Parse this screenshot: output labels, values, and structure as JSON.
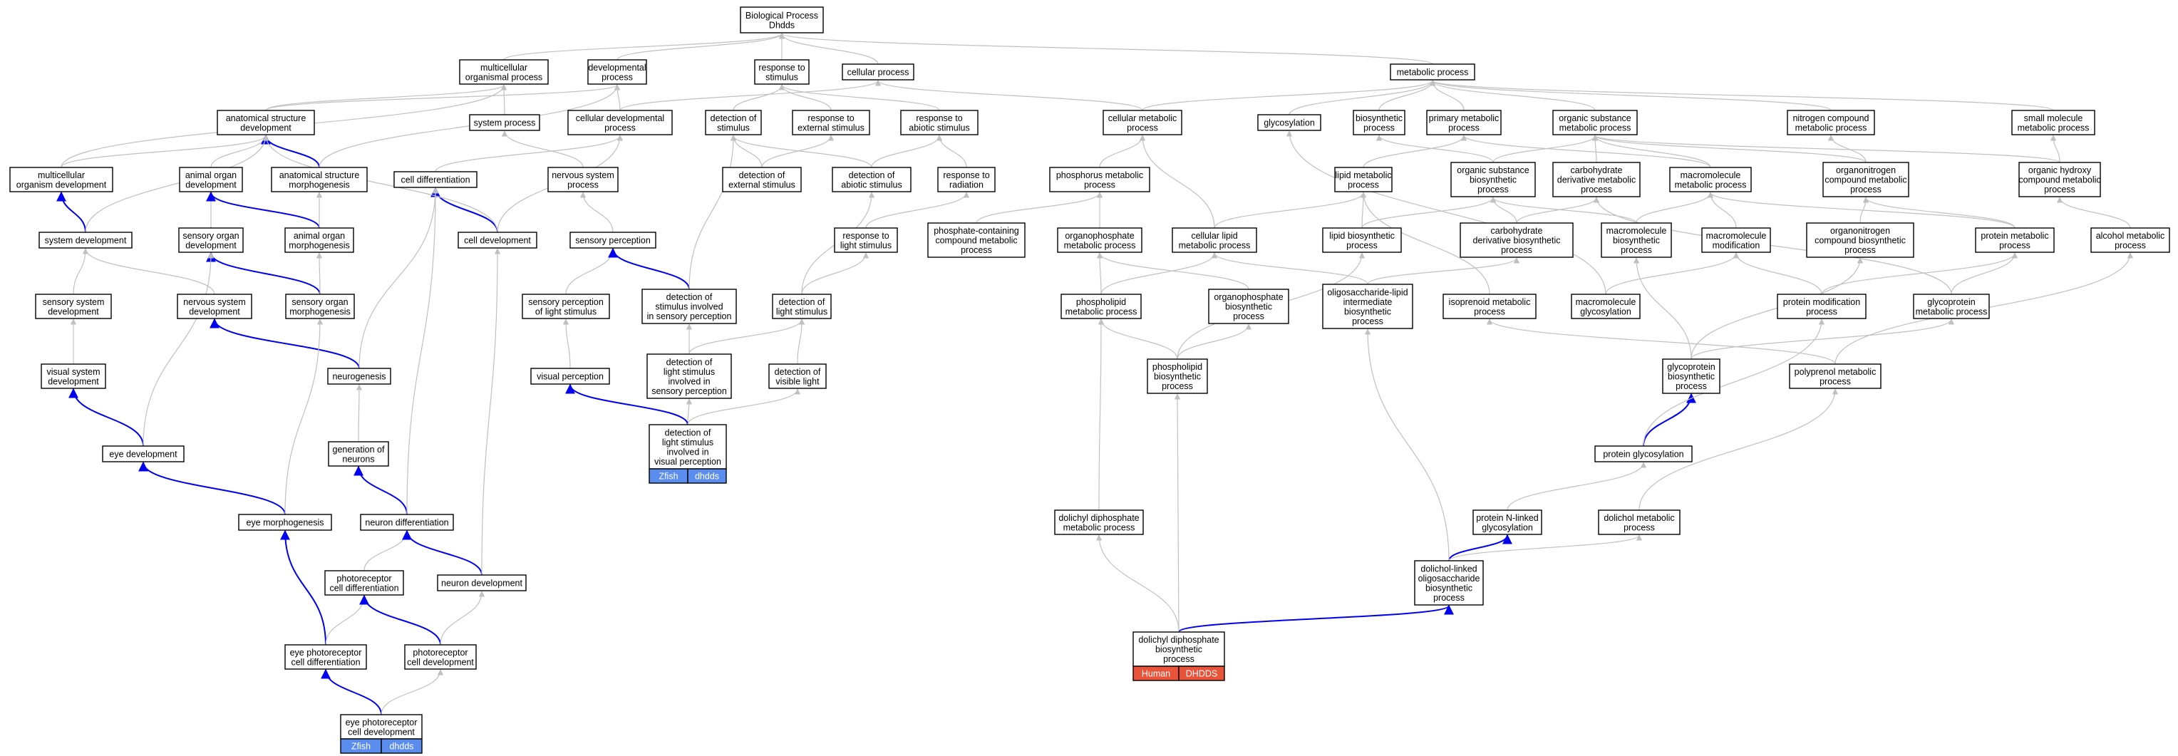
{
  "colors": {
    "edge_gray": "#c0c0c0",
    "edge_blue": "#0000ee",
    "tag_blue": "#5b8def",
    "tag_red": "#e8533a",
    "node_border": "#000000"
  },
  "nodes": {
    "bp": "Biological Process\nDhdds",
    "multi_proc": "multicellular\norganismal process",
    "dev_proc": "developmental\nprocess",
    "resp_stim": "response to\nstimulus",
    "cell_proc": "cellular process",
    "metab": "metabolic process",
    "anat_dev": "anatomical structure\ndevelopment",
    "sys_proc": "system process",
    "cell_dev_proc": "cellular developmental\nprocess",
    "det_stim": "detection of\nstimulus",
    "resp_ext": "response to\nexternal stimulus",
    "resp_abio": "response to\nabiotic stimulus",
    "cell_metab": "cellular metabolic\nprocess",
    "glycosylation": "glycosylation",
    "biosynth": "biosynthetic\nprocess",
    "primary_metab": "primary metabolic\nprocess",
    "org_sub_metab": "organic substance\nmetabolic process",
    "nitrogen_metab": "nitrogen compound\nmetabolic process",
    "small_mol": "small molecule\nmetabolic process",
    "multi_org_dev": "multicellular\norganism development",
    "animal_organ_dev": "animal organ\ndevelopment",
    "anat_morph": "anatomical structure\nmorphogenesis",
    "cell_diff": "cell differentiation",
    "nervous_sys_proc": "nervous system\nprocess",
    "det_ext": "detection of\nexternal stimulus",
    "det_abio": "detection of\nabiotic stimulus",
    "resp_rad": "response to\nradiation",
    "phosphorus_metab": "phosphorus metabolic\nprocess",
    "lipid_metab": "lipid metabolic\nprocess",
    "org_sub_bios": "organic substance\nbiosynthetic\nprocess",
    "carb_deriv_metab": "carbohydrate\nderivative metabolic\nprocess",
    "macromol_metab": "macromolecule\nmetabolic process",
    "organonitrogen_metab": "organonitrogen\ncompound metabolic\nprocess",
    "org_hydroxy": "organic hydroxy\ncompound metabolic\nprocess",
    "sys_dev": "system development",
    "sensory_organ_dev": "sensory organ\ndevelopment",
    "animal_organ_morph": "animal organ\nmorphogenesis",
    "cell_development": "cell development",
    "sensory_perc": "sensory perception",
    "resp_light": "response to\nlight stimulus",
    "phosphate_metab": "phosphate-containing\ncompound metabolic\nprocess",
    "organophosphate_metab": "organophosphate\nmetabolic process",
    "cell_lipid_metab": "cellular lipid\nmetabolic process",
    "lipid_bios": "lipid biosynthetic\nprocess",
    "carb_deriv_bios": "carbohydrate\nderivative biosynthetic\nprocess",
    "macromol_bios": "macromolecule\nbiosynthetic\nprocess",
    "macromol_mod": "macromolecule\nmodification",
    "organonitrogen_bios": "organonitrogen\ncompound biosynthetic\nprocess",
    "protein_metab": "protein metabolic\nprocess",
    "alcohol_metab": "alcohol metabolic\nprocess",
    "sensory_sys_dev": "sensory system\ndevelopment",
    "nervous_sys_dev": "nervous system\ndevelopment",
    "sensory_organ_morph": "sensory organ\nmorphogenesis",
    "sens_perc_light": "sensory perception\nof light stimulus",
    "det_stim_sens": "detection of\nstimulus involved\nin sensory perception",
    "det_light": "detection of\nlight stimulus",
    "phospholipid_metab": "phospholipid\nmetabolic process",
    "organophosphate_bios": "organophosphate\nbiosynthetic\nprocess",
    "oligo_lipid_bios": "oligosaccharide-lipid\nintermediate\nbiosynthetic\nprocess",
    "isoprenoid_metab": "isoprenoid metabolic\nprocess",
    "macromol_glyco": "macromolecule\nglycosylation",
    "protein_mod": "protein modification\nprocess",
    "glycoprotein_metab": "glycoprotein\nmetabolic process",
    "visual_sys_dev": "visual system\ndevelopment",
    "neurogenesis": "neurogenesis",
    "visual_perc": "visual perception",
    "det_light_sens": "detection of\nlight stimulus\ninvolved in\nsensory perception",
    "det_visible": "detection of\nvisible light",
    "phospholipid_bios": "phospholipid\nbiosynthetic\nprocess",
    "glycoprotein_bios": "glycoprotein\nbiosynthetic\nprocess",
    "polyprenol_metab": "polyprenol metabolic\nprocess",
    "eye_dev": "eye development",
    "gen_neurons": "generation of\nneurons",
    "det_light_visual": "detection of\nlight stimulus\ninvolved in\nvisual perception",
    "protein_glyco": "protein glycosylation",
    "eye_morph": "eye morphogenesis",
    "neuron_diff": "neuron differentiation",
    "dolichyl_dp_metab": "dolichyl diphosphate\nmetabolic process",
    "protein_nglyco": "protein N-linked\nglycosylation",
    "dolichol_metab": "dolichol metabolic\nprocess",
    "photo_diff": "photoreceptor\ncell differentiation",
    "neuron_dev": "neuron development",
    "dolichol_oligo": "dolichol-linked\noligosaccharide\nbiosynthetic\nprocess",
    "eye_photo_diff": "eye photoreceptor\ncell differentiation",
    "photo_dev": "photoreceptor\ncell development",
    "dolichyl_dp_bios": "dolichyl diphosphate\nbiosynthetic\nprocess",
    "eye_photo_dev": "eye photoreceptor\ncell development"
  },
  "tags": {
    "det_light_visual": [
      "Zfish",
      "dhdds"
    ],
    "eye_photo_dev": [
      "Zfish",
      "dhdds"
    ],
    "dolichyl_dp_bios": [
      "Human",
      "DHDDS"
    ]
  }
}
